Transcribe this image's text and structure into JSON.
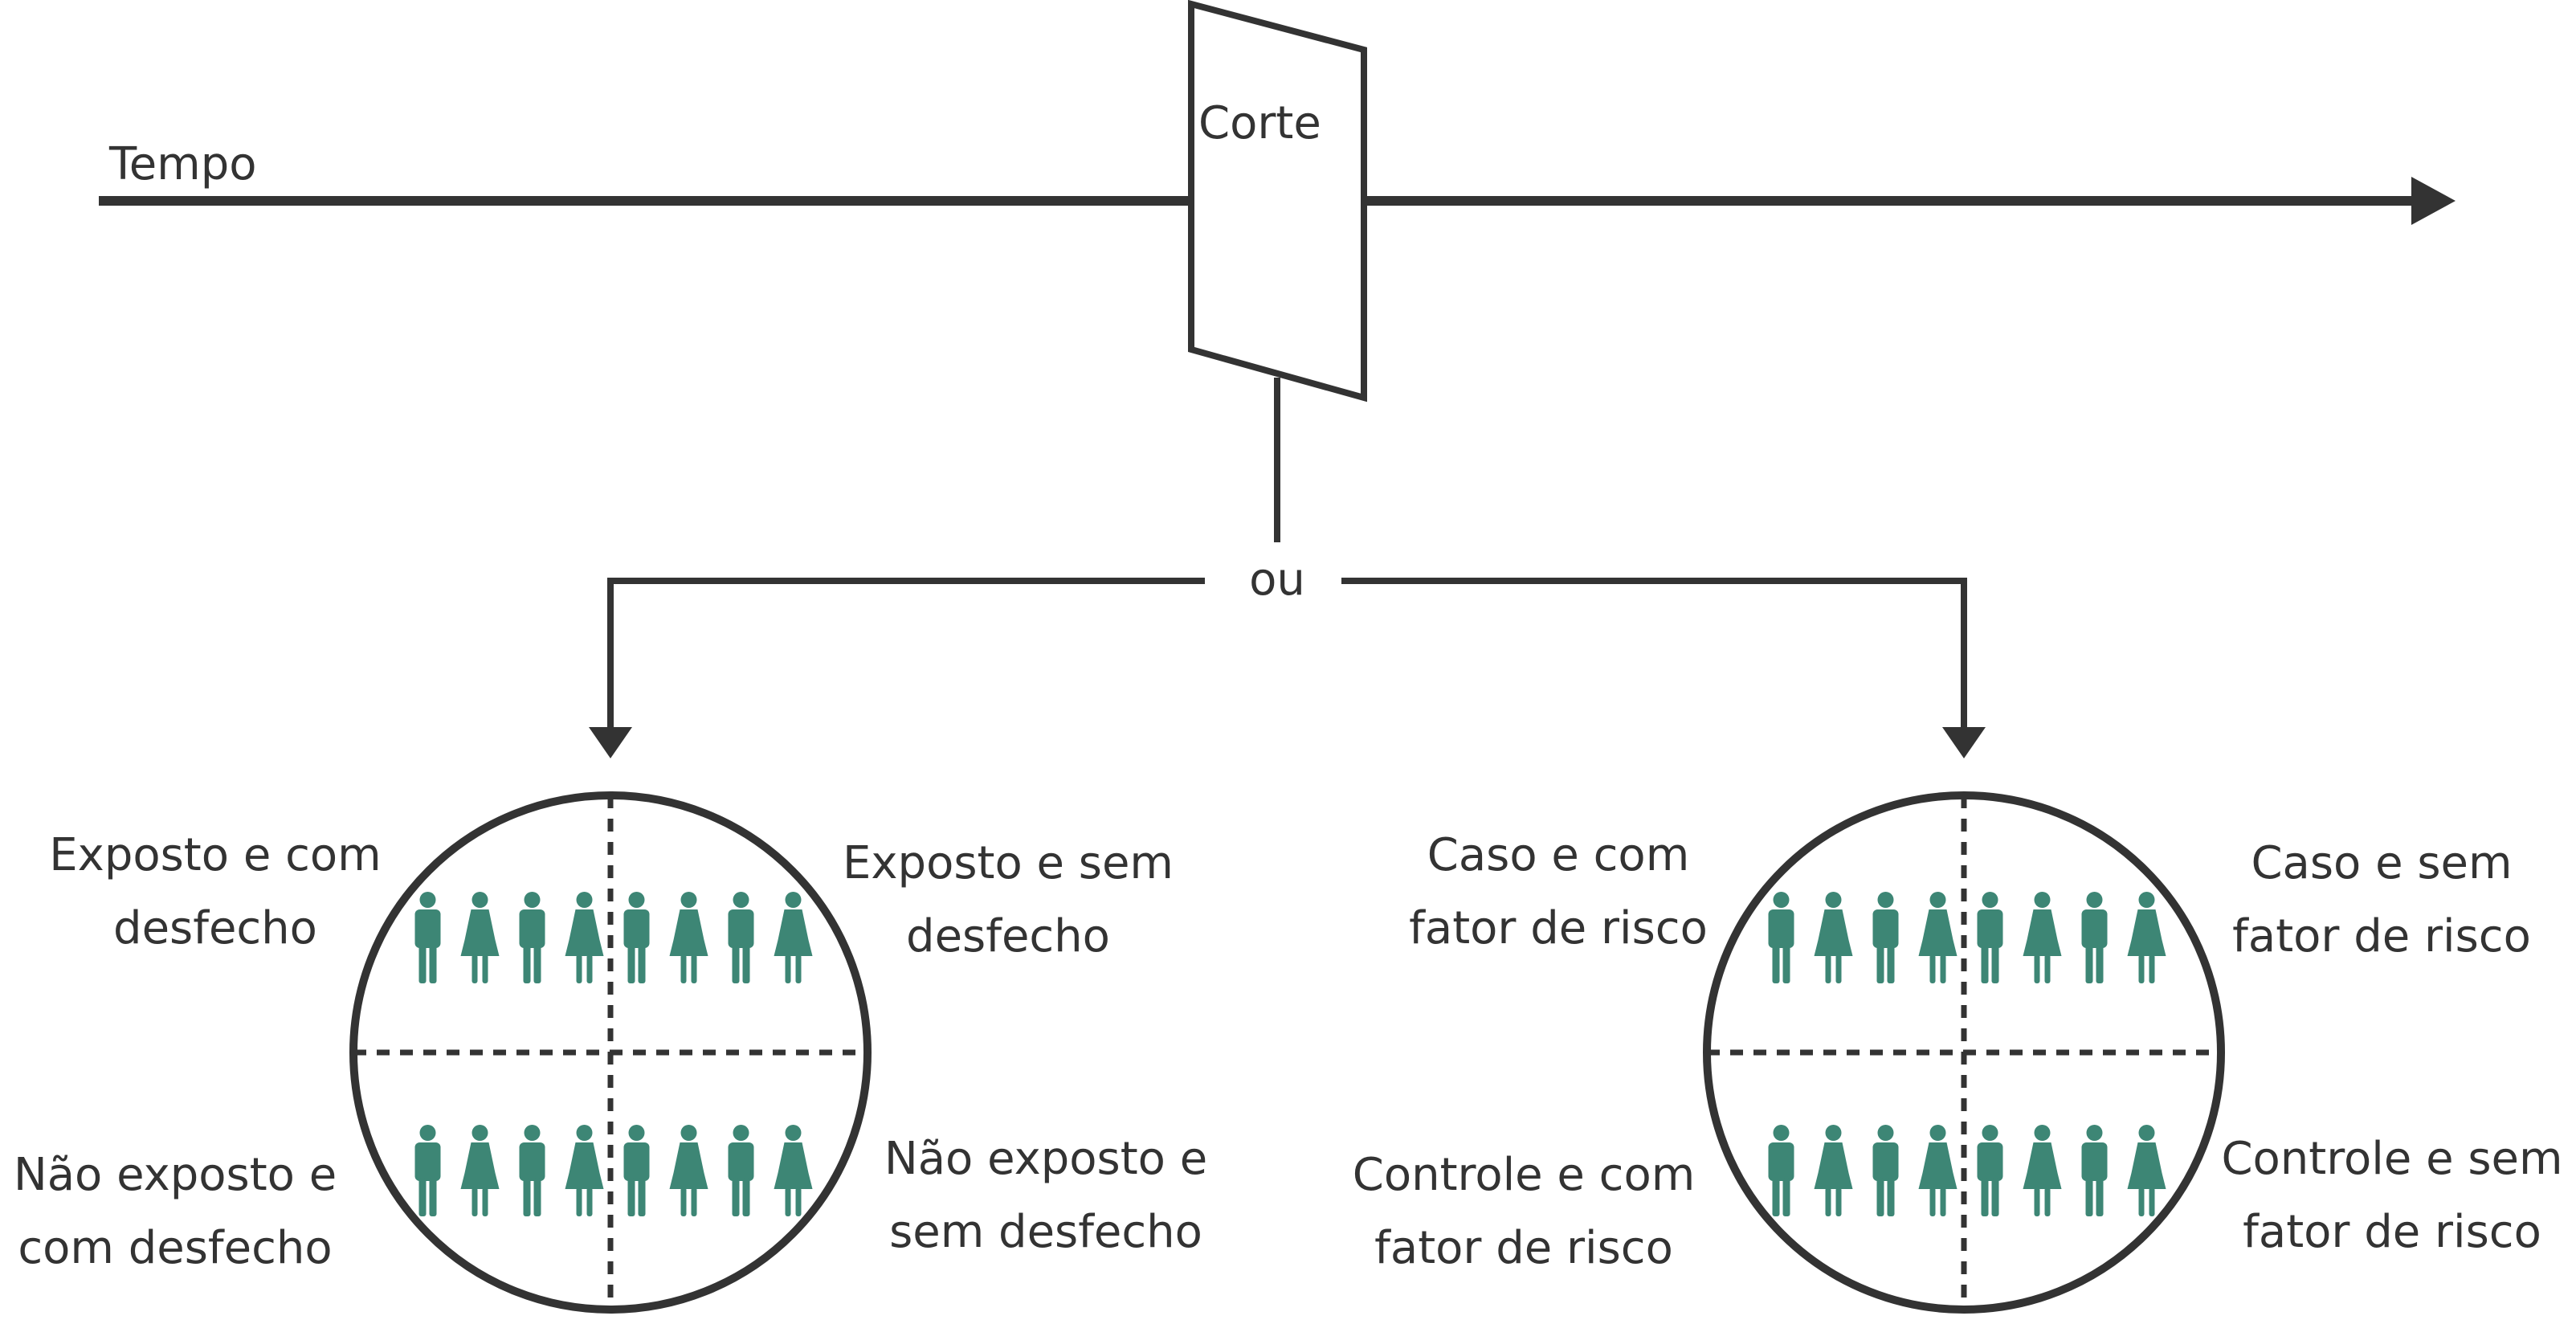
{
  "colors": {
    "stroke": "#333333",
    "figure": "#3d8675",
    "background": "#ffffff"
  },
  "timeline": {
    "label": "Tempo",
    "section_label": "Corte",
    "branch_label": "ou"
  },
  "left_group": {
    "quadrants": {
      "top_left": {
        "line1": "Exposto e com",
        "line2": "desfecho"
      },
      "top_right": {
        "line1": "Exposto e sem",
        "line2": "desfecho"
      },
      "bottom_left": {
        "line1": "Não exposto e",
        "line2": "com desfecho"
      },
      "bottom_right": {
        "line1": "Não exposto e",
        "line2": "sem desfecho"
      }
    },
    "figures_per_row": [
      "man",
      "woman",
      "man",
      "woman",
      "man",
      "woman",
      "man",
      "woman"
    ]
  },
  "right_group": {
    "quadrants": {
      "top_left": {
        "line1": "Caso e com",
        "line2": "fator de risco"
      },
      "top_right": {
        "line1": "Caso e sem",
        "line2": "fator de risco"
      },
      "bottom_left": {
        "line1": "Controle e com",
        "line2": "fator de risco"
      },
      "bottom_right": {
        "line1": "Controle e sem",
        "line2": "fator de risco"
      }
    },
    "figures_per_row": [
      "man",
      "woman",
      "man",
      "woman",
      "man",
      "woman",
      "man",
      "woman"
    ]
  },
  "icons": {
    "arrow": "arrow-head-icon",
    "man": "man-icon",
    "woman": "woman-icon"
  }
}
